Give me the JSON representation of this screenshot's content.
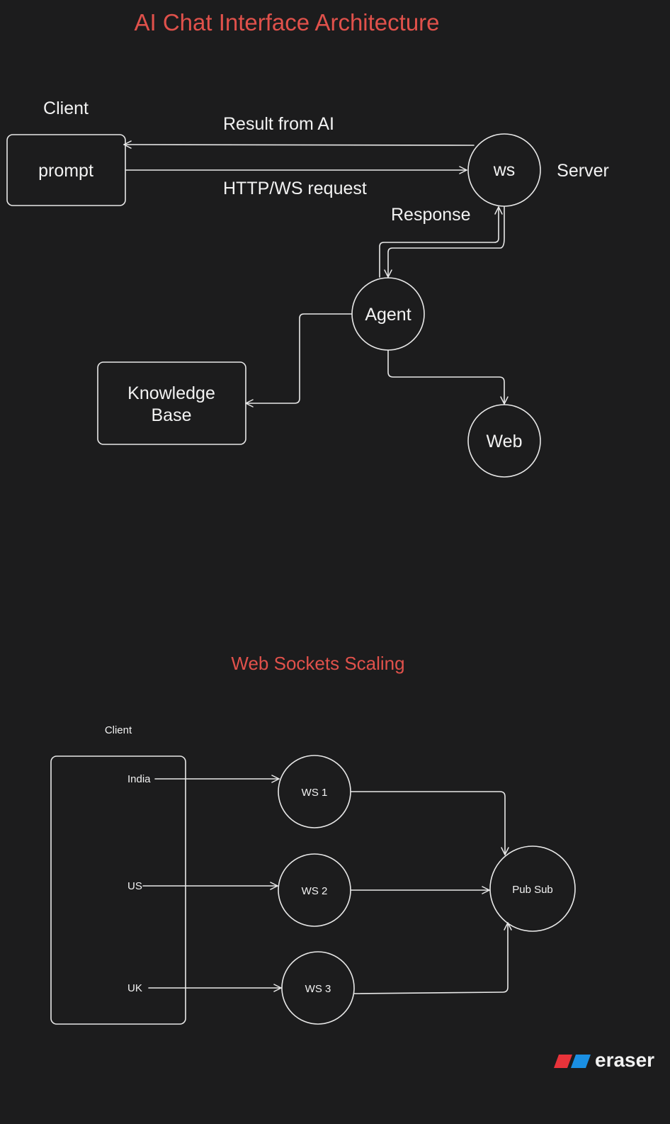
{
  "diagram1": {
    "title": "AI Chat Interface Architecture",
    "client_label": "Client",
    "server_label": "Server",
    "nodes": {
      "prompt": "prompt",
      "ws": "ws",
      "agent": "Agent",
      "knowledge_line1": "Knowledge",
      "knowledge_line2": "Base",
      "web": "Web"
    },
    "edges": {
      "result_from_ai": "Result from AI",
      "http_ws_request": "HTTP/WS request",
      "response": "Response"
    }
  },
  "diagram2": {
    "title": "Web Sockets Scaling",
    "client_label": "Client",
    "regions": [
      "India",
      "US",
      "UK"
    ],
    "servers": [
      "WS 1",
      "WS 2",
      "WS 3"
    ],
    "pubsub": "Pub Sub"
  },
  "brand": {
    "logo_text": "eraser",
    "colors": {
      "red": "#e8333a",
      "blue": "#1a8fe3"
    }
  },
  "colors": {
    "background": "#1c1c1d",
    "title": "#e0514b",
    "stroke": "#e8e8e8"
  }
}
